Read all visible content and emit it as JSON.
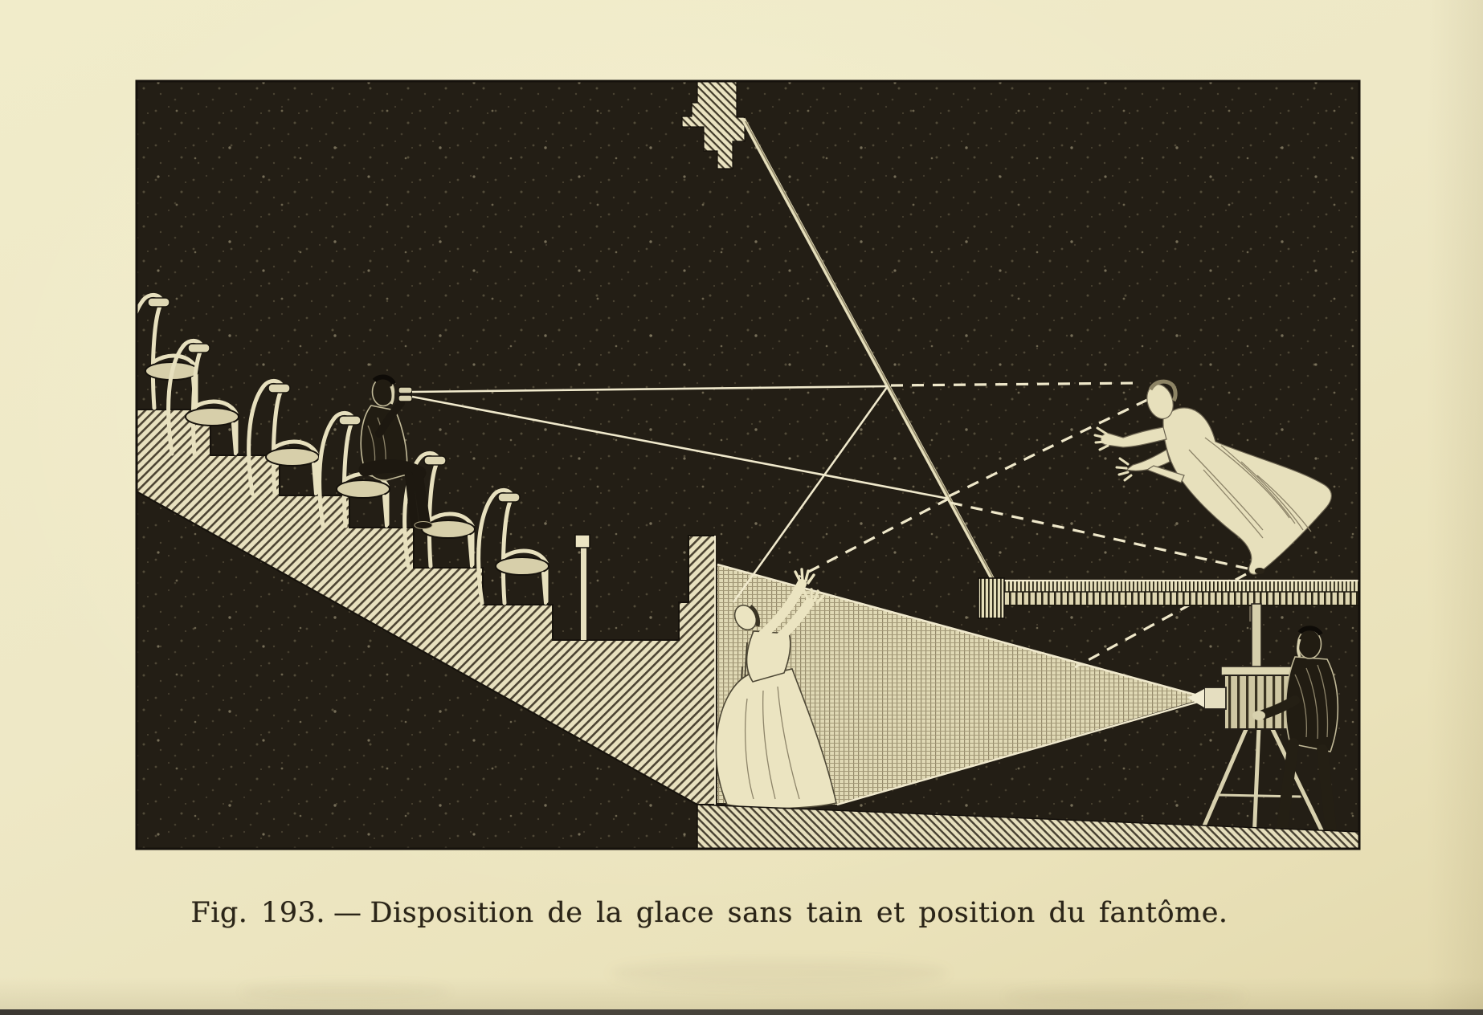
{
  "document": {
    "kind": "scanned-book-page",
    "figure_number": "193",
    "caption": {
      "figure_label": "Fig. 193.",
      "separator": "—",
      "text": "Disposition de la glace sans tain et position du fantôme."
    }
  },
  "colors": {
    "paper": "#EEE8C6",
    "paper_edge": "#E3D9AD",
    "plate_black": "#231E15",
    "engraving_light": "#E9E2C0",
    "caption_ink": "#2B2518",
    "scan_edge_strip": "#3F3C35"
  },
  "scene": {
    "elements": [
      "amphitheater-steps-with-chairs",
      "seated-spectator-with-opera-glasses",
      "ceiling-aperture",
      "inclined-glass-pane",
      "stage-floor-strip",
      "floating-ghost-figure",
      "pit-actor-in-robe",
      "projection-light-cone",
      "magic-lantern-on-tripod",
      "projectionist",
      "sight-lines-solid",
      "virtual-image-rays-dashed"
    ]
  }
}
